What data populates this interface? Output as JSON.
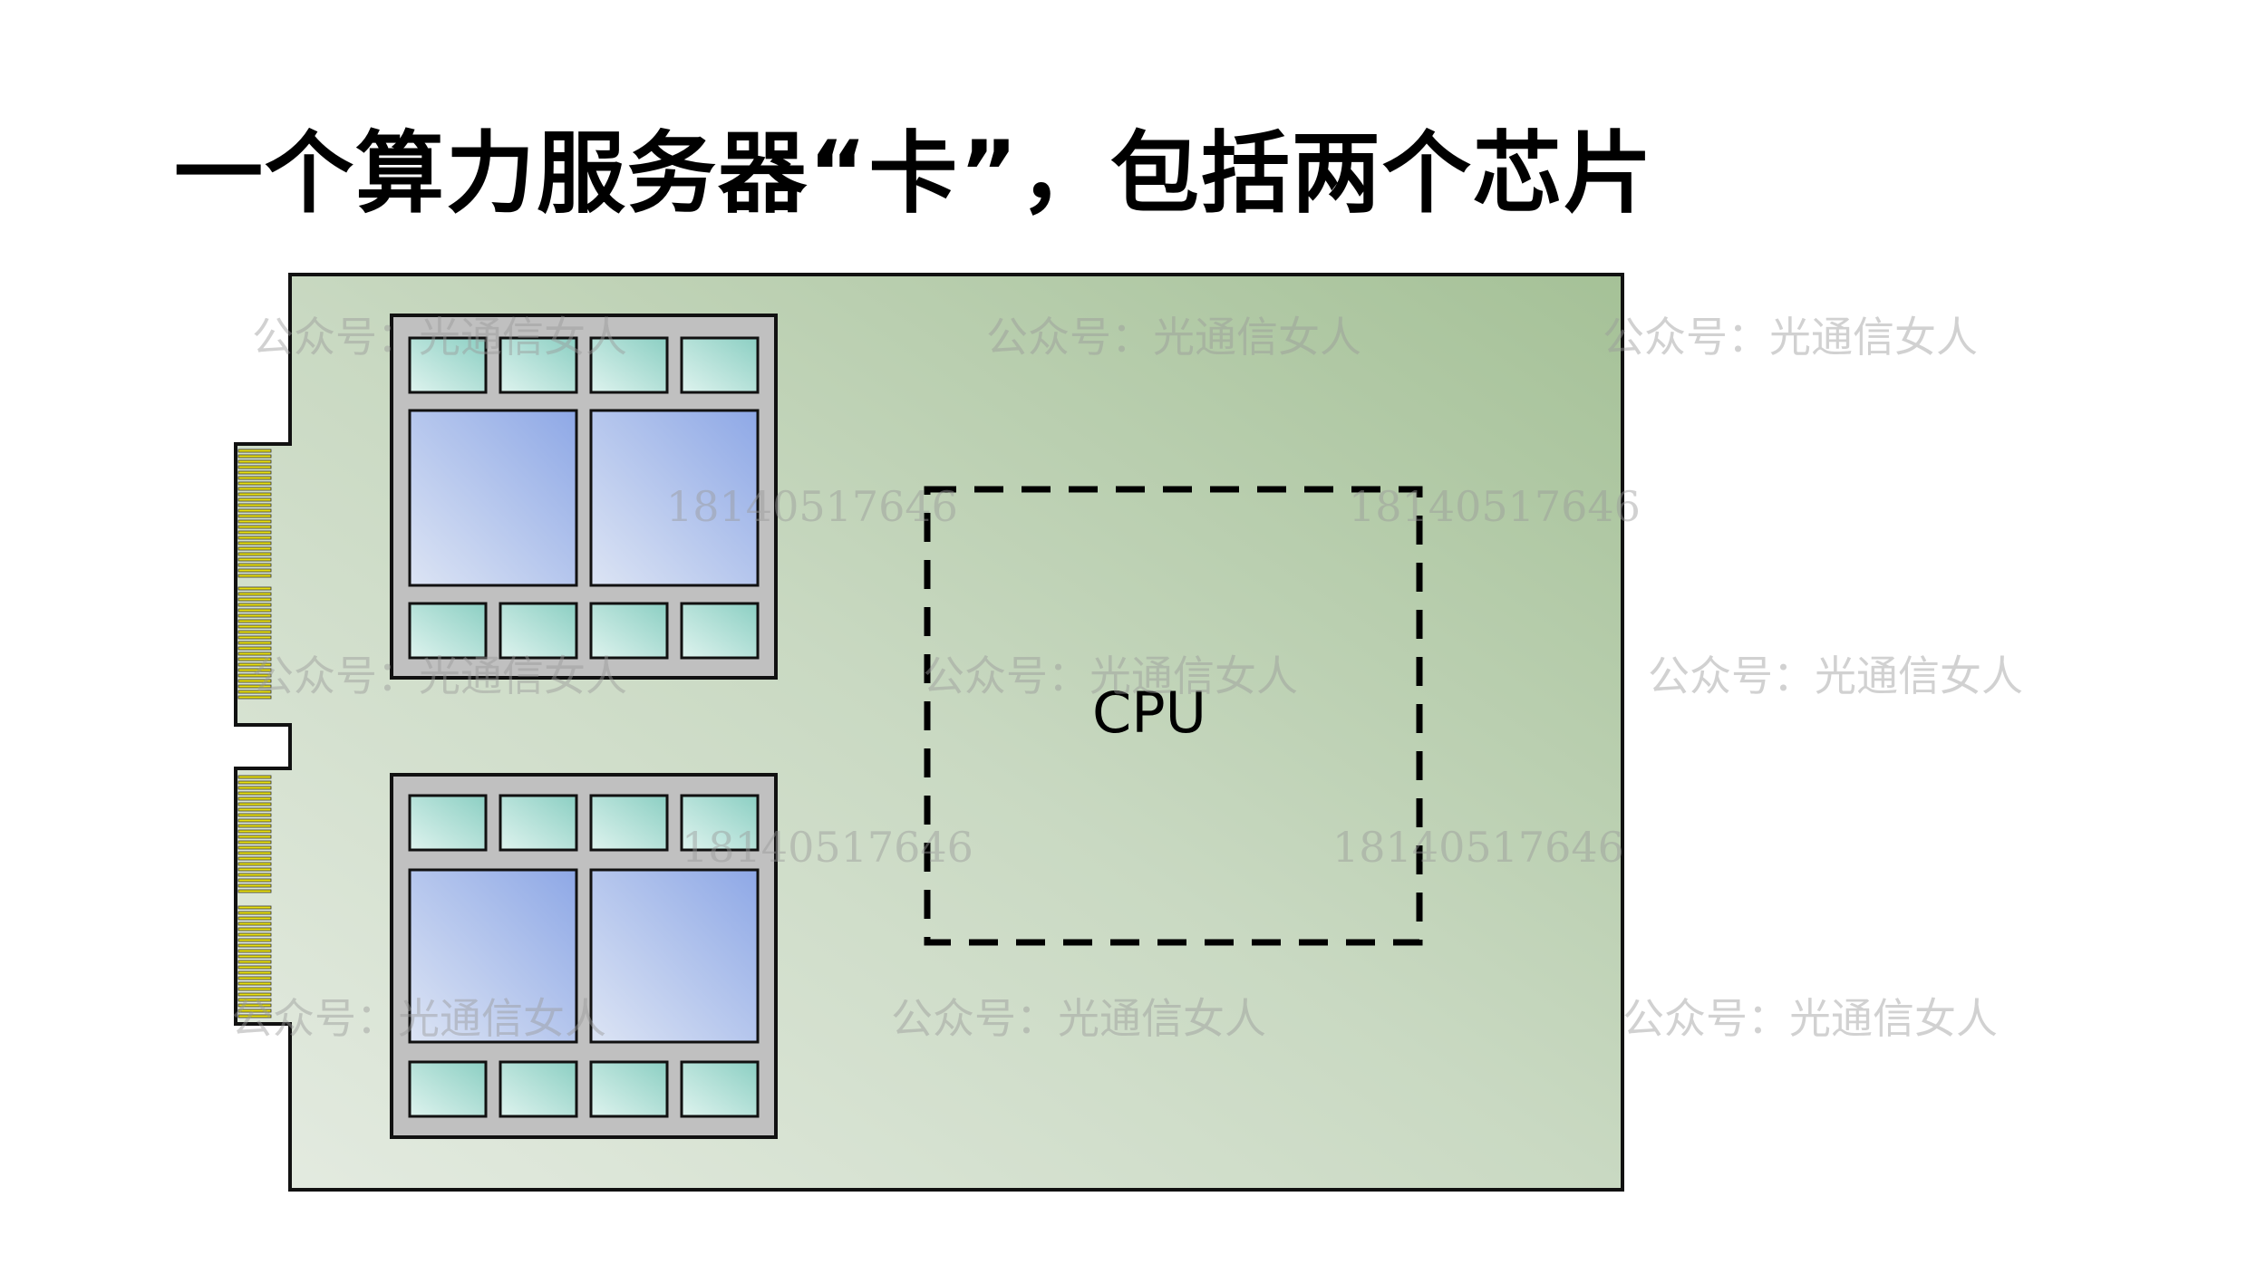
{
  "title": "一个算力服务器“卡”，包括两个芯片",
  "cpu_label": "CPU",
  "watermark": {
    "name_text": "公众号：光通信女人",
    "number_text": "18140517646"
  },
  "colors": {
    "board_light": "#e4ebe1",
    "board_mid": "#c9d9c2",
    "board_dark": "#a5c197",
    "package_frame": "#c0c0c0",
    "memory_stack_light": "#def3ee",
    "memory_stack_dark": "#8ccfc3",
    "compute_die_light": "#dce4f4",
    "compute_die_dark": "#8ea8e6",
    "gold_finger": "#e8e010",
    "watermark": "#9a9a9a"
  }
}
